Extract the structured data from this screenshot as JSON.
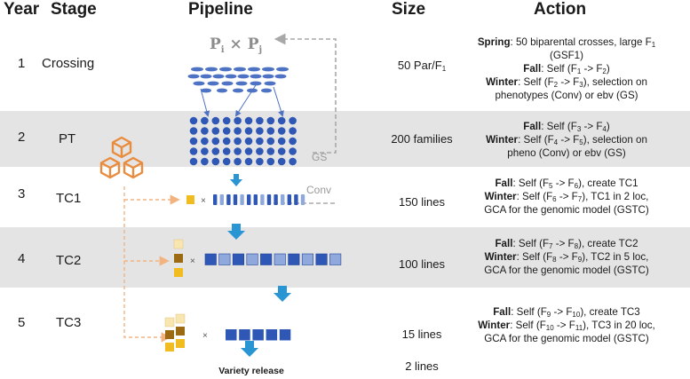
{
  "headers": {
    "year": "Year",
    "stage": "Stage",
    "pipeline": "Pipeline",
    "size": "Size",
    "action": "Action"
  },
  "rows": [
    {
      "year": "1",
      "stage": "Crossing",
      "size_main": "50 Par/F",
      "size_sub": "1",
      "action_lines": [
        [
          {
            "t": "Spring",
            "b": true
          },
          {
            "t": ": 50 biparental crosses, large F"
          },
          {
            "t": "1",
            "s": true
          }
        ],
        [
          {
            "t": "(GSF1)"
          }
        ],
        [
          {
            "t": "Fall",
            "b": true
          },
          {
            "t": ": Self (F"
          },
          {
            "t": "1",
            "s": true
          },
          {
            "t": " -> F"
          },
          {
            "t": "2",
            "s": true
          },
          {
            "t": ")"
          }
        ],
        [
          {
            "t": "Winter",
            "b": true
          },
          {
            "t": ": Self (F"
          },
          {
            "t": "2",
            "s": true
          },
          {
            "t": " -> F"
          },
          {
            "t": "3",
            "s": true
          },
          {
            "t": "), selection on"
          }
        ],
        [
          {
            "t": "phenotypes (Conv) or ebv (GS)"
          }
        ]
      ]
    },
    {
      "year": "2",
      "stage": "PT",
      "size_main": "200 families",
      "size_sub": "",
      "action_lines": [
        [
          {
            "t": "Fall",
            "b": true
          },
          {
            "t": ": Self (F"
          },
          {
            "t": "3",
            "s": true
          },
          {
            "t": " -> F"
          },
          {
            "t": "4",
            "s": true
          },
          {
            "t": ")"
          }
        ],
        [
          {
            "t": "Winter",
            "b": true
          },
          {
            "t": ": Self (F"
          },
          {
            "t": "4",
            "s": true
          },
          {
            "t": " -> F"
          },
          {
            "t": "5",
            "s": true
          },
          {
            "t": "), selection on"
          }
        ],
        [
          {
            "t": "pheno (Conv) or ebv (GS)"
          }
        ]
      ]
    },
    {
      "year": "3",
      "stage": "TC1",
      "size_main": "150 lines",
      "size_sub": "",
      "action_lines": [
        [
          {
            "t": "Fall",
            "b": true
          },
          {
            "t": ": Self (F"
          },
          {
            "t": "5",
            "s": true
          },
          {
            "t": " -> F"
          },
          {
            "t": "6",
            "s": true
          },
          {
            "t": "), create TC1"
          }
        ],
        [
          {
            "t": "Winter",
            "b": true
          },
          {
            "t": ": Self (F"
          },
          {
            "t": "6",
            "s": true
          },
          {
            "t": " -> F"
          },
          {
            "t": "7",
            "s": true
          },
          {
            "t": "), TC1 in 2 loc,"
          }
        ],
        [
          {
            "t": "GCA for the genomic model (GSTC)"
          }
        ]
      ]
    },
    {
      "year": "4",
      "stage": "TC2",
      "size_main": "100 lines",
      "size_sub": "",
      "action_lines": [
        [
          {
            "t": "Fall",
            "b": true
          },
          {
            "t": ": Self (F"
          },
          {
            "t": "7",
            "s": true
          },
          {
            "t": " -> F"
          },
          {
            "t": "8",
            "s": true
          },
          {
            "t": "), create TC2"
          }
        ],
        [
          {
            "t": "Winter",
            "b": true
          },
          {
            "t": ": Self (F"
          },
          {
            "t": "8",
            "s": true
          },
          {
            "t": " -> F"
          },
          {
            "t": "9",
            "s": true
          },
          {
            "t": "), TC2 in 5 loc,"
          }
        ],
        [
          {
            "t": "GCA for the genomic model (GSTC)"
          }
        ]
      ]
    },
    {
      "year": "5",
      "stage": "TC3",
      "size_main": "15 lines",
      "size_sub": "",
      "action_lines": [
        [
          {
            "t": "Fall",
            "b": true
          },
          {
            "t": ": Self (F"
          },
          {
            "t": "9",
            "s": true
          },
          {
            "t": " -> F"
          },
          {
            "t": "10",
            "s": true
          },
          {
            "t": "), create TC3"
          }
        ],
        [
          {
            "t": "Winter",
            "b": true
          },
          {
            "t": ": Self (F"
          },
          {
            "t": "10",
            "s": true
          },
          {
            "t": " -> F"
          },
          {
            "t": "11",
            "s": true
          },
          {
            "t": "), TC3 in 20 loc,"
          }
        ],
        [
          {
            "t": "GCA for the genomic model (GSTC)"
          }
        ]
      ]
    }
  ],
  "final_size": "2 lines",
  "release_label": "Variety release",
  "pipeline_labels": {
    "p_i": "P",
    "p_i_sub": "i",
    "times": " × ",
    "p_j": "P",
    "p_j_sub": "j",
    "gs": "GS",
    "conv": "Conv",
    "cross_mark": "×"
  },
  "colors": {
    "band": "#e4e4e4",
    "blue_dark": "#2f57b5",
    "blue_light": "#8fa9dc",
    "blue_ellipse": "#4f73c4",
    "arrow_blue": "#2a95d3",
    "orange": "#e98c3d",
    "orange_light": "#f2b380",
    "gray_dash": "#a8a8a8",
    "yellow": "#f1bc1f",
    "brown": "#9b6a12",
    "cream": "#f7e6b0"
  },
  "icons": [
    "hexagon-cubes-icon"
  ]
}
